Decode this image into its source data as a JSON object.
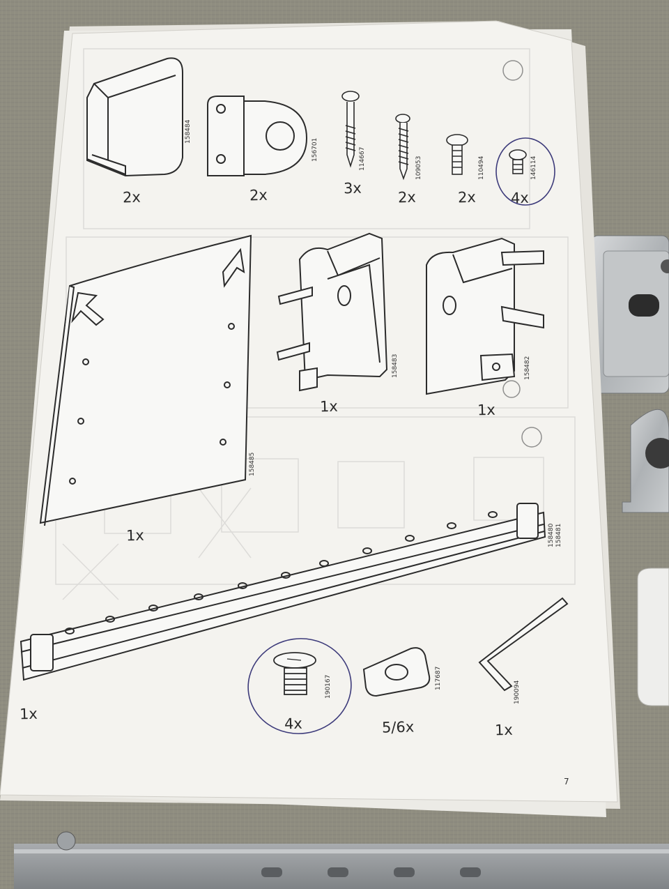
{
  "colors": {
    "fabric": "#8f8d80",
    "paper": "#f4f3ef",
    "ink": "#2b2b2b",
    "pen": "#3c3a7a",
    "metal": "#b9bcbf"
  },
  "parts": [
    {
      "code": "158484",
      "qty": "2x"
    },
    {
      "code": "156701",
      "qty": "2x"
    },
    {
      "code": "114667",
      "qty": "3x"
    },
    {
      "code": "109053",
      "qty": "2x"
    },
    {
      "code": "110494",
      "qty": "2x"
    },
    {
      "code": "146114",
      "qty": "4x"
    },
    {
      "code": "158485",
      "qty": "1x"
    },
    {
      "code": "158483",
      "qty": "1x"
    },
    {
      "code": "158482",
      "qty": "1x"
    },
    {
      "code": "158480",
      "qty": "1x"
    },
    {
      "code": "158481",
      "qty": ""
    },
    {
      "code": "190167",
      "qty": "4x"
    },
    {
      "code": "117687",
      "qty": "5/6x"
    },
    {
      "code": "190094",
      "qty": "1x"
    }
  ],
  "page_number": "7"
}
